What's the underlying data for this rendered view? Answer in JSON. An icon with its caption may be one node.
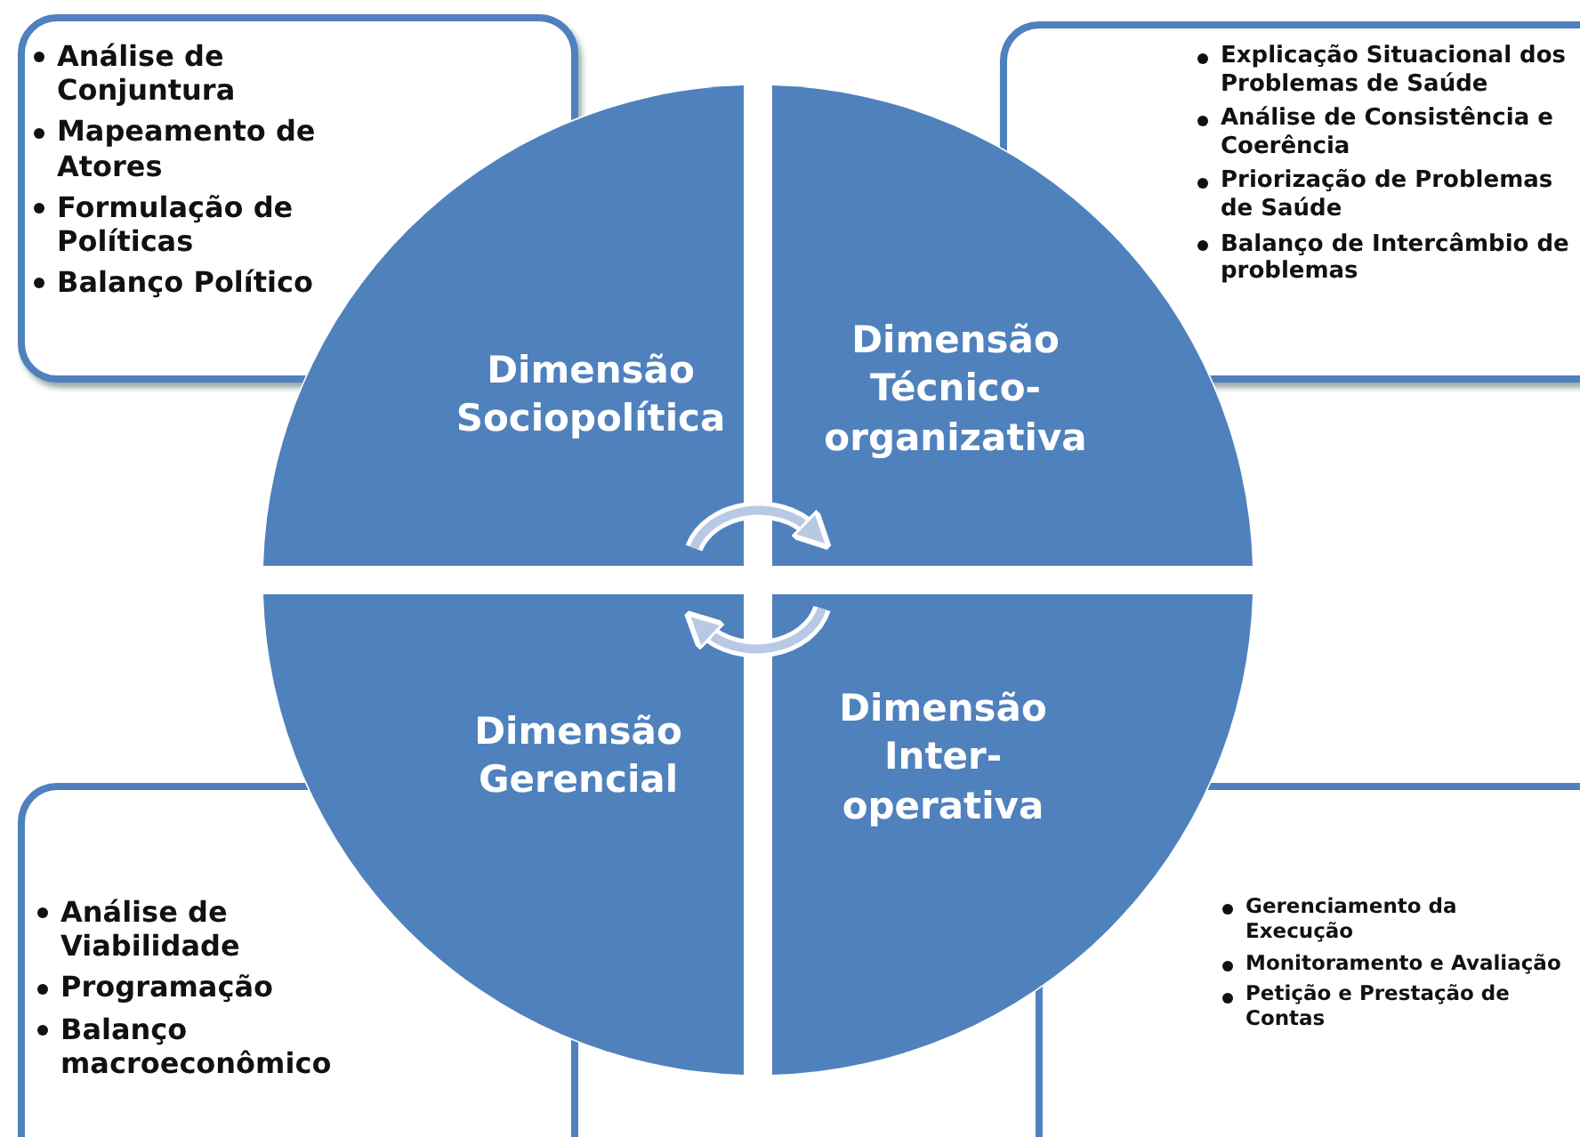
{
  "diagram": {
    "nodes": [
      {
        "text": [
          "Análise de Conjuntura",
          "Mapeamento de Atores",
          "Formulação de Políticas",
          "Balanço Político"
        ]
      },
      {
        "text": [
          "Explicação Situacional dos Problemas de Saúde",
          "Análise de Consistência e Coerência",
          "Priorização de Problemas de Saúde",
          "Balanço de Intercâmbio de problemas"
        ]
      },
      {
        "text": [
          "Dimensão Sociopolítica"
        ]
      },
      {
        "text": [
          "Dimensão Técnico-organizativa"
        ]
      },
      {
        "text": [
          "Dimensão Gerencial"
        ]
      },
      {
        "text": [
          "Dimensão Inter-operativa"
        ]
      },
      {
        "text": [
          "Análise de Viabilidade",
          "Programação",
          "Balanço macroeconômico"
        ]
      },
      {
        "text": [
          "Gerenciamento da Execução",
          "Monitoramento e Avaliação",
          "Petição e Prestação de Contas"
        ]
      }
    ],
    "edges": [
      {
        "from": 2,
        "to": 3,
        "arrow": "to"
      },
      {
        "from": 5,
        "to": 4,
        "arrow": "to"
      }
    ]
  }
}
